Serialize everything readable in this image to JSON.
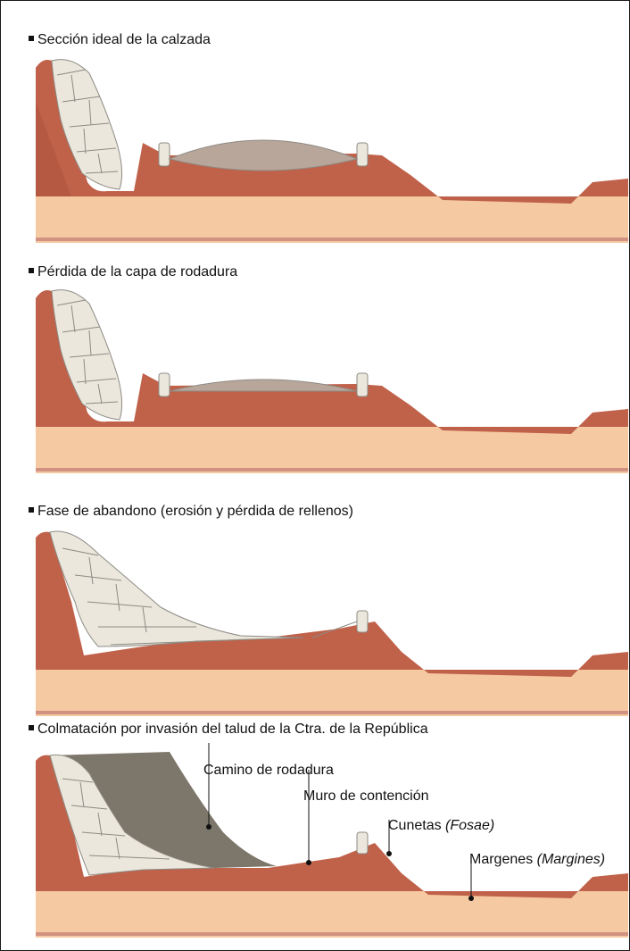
{
  "panels": [
    {
      "title": "Sección ideal de la calzada"
    },
    {
      "title": "Pérdida de la capa de rodadura"
    },
    {
      "title": "Fase de abandono (erosión y pérdida de rellenos)"
    },
    {
      "title": "Colmatación por invasión del talud de la Ctra. de la República"
    }
  ],
  "labels": {
    "camino": "Camino de rodadura",
    "muro": "Muro de contención",
    "cunetas": "Cunetas",
    "cunetas_latin": "(Fosae)",
    "margenes": "Margenes",
    "margenes_latin": "(Margines)"
  },
  "colors": {
    "soil": "#c0614a",
    "soil_dark": "#a44a36",
    "base": "#f5c9a1",
    "stone": "#ebe7dc",
    "stone_line": "#8d8b84",
    "fill": "#7d766a",
    "pavement": "#b9a69a",
    "frame": "#1a1a1a"
  }
}
